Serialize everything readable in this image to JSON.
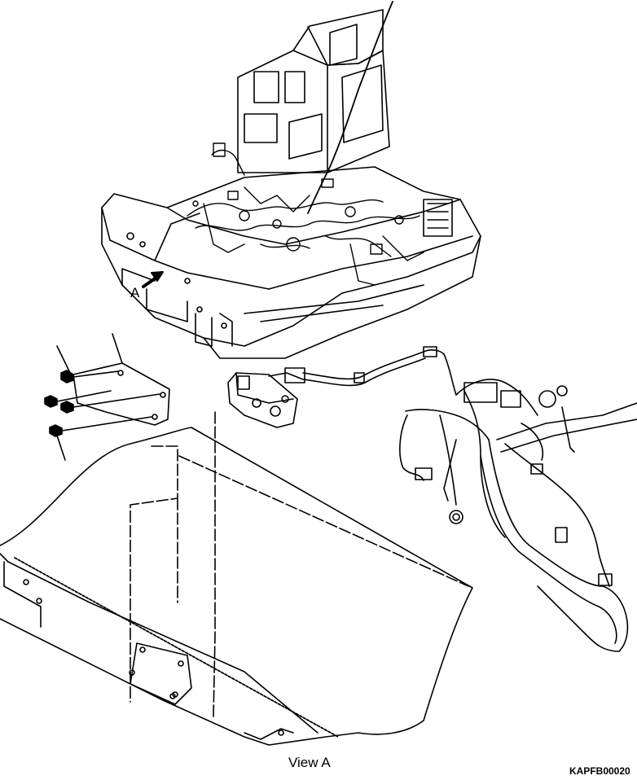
{
  "labels": {
    "arrow_label": "A",
    "view_caption": "View A",
    "drawing_code": "KAPFB00020"
  },
  "colors": {
    "line": "#000000",
    "background": "#ffffff"
  }
}
